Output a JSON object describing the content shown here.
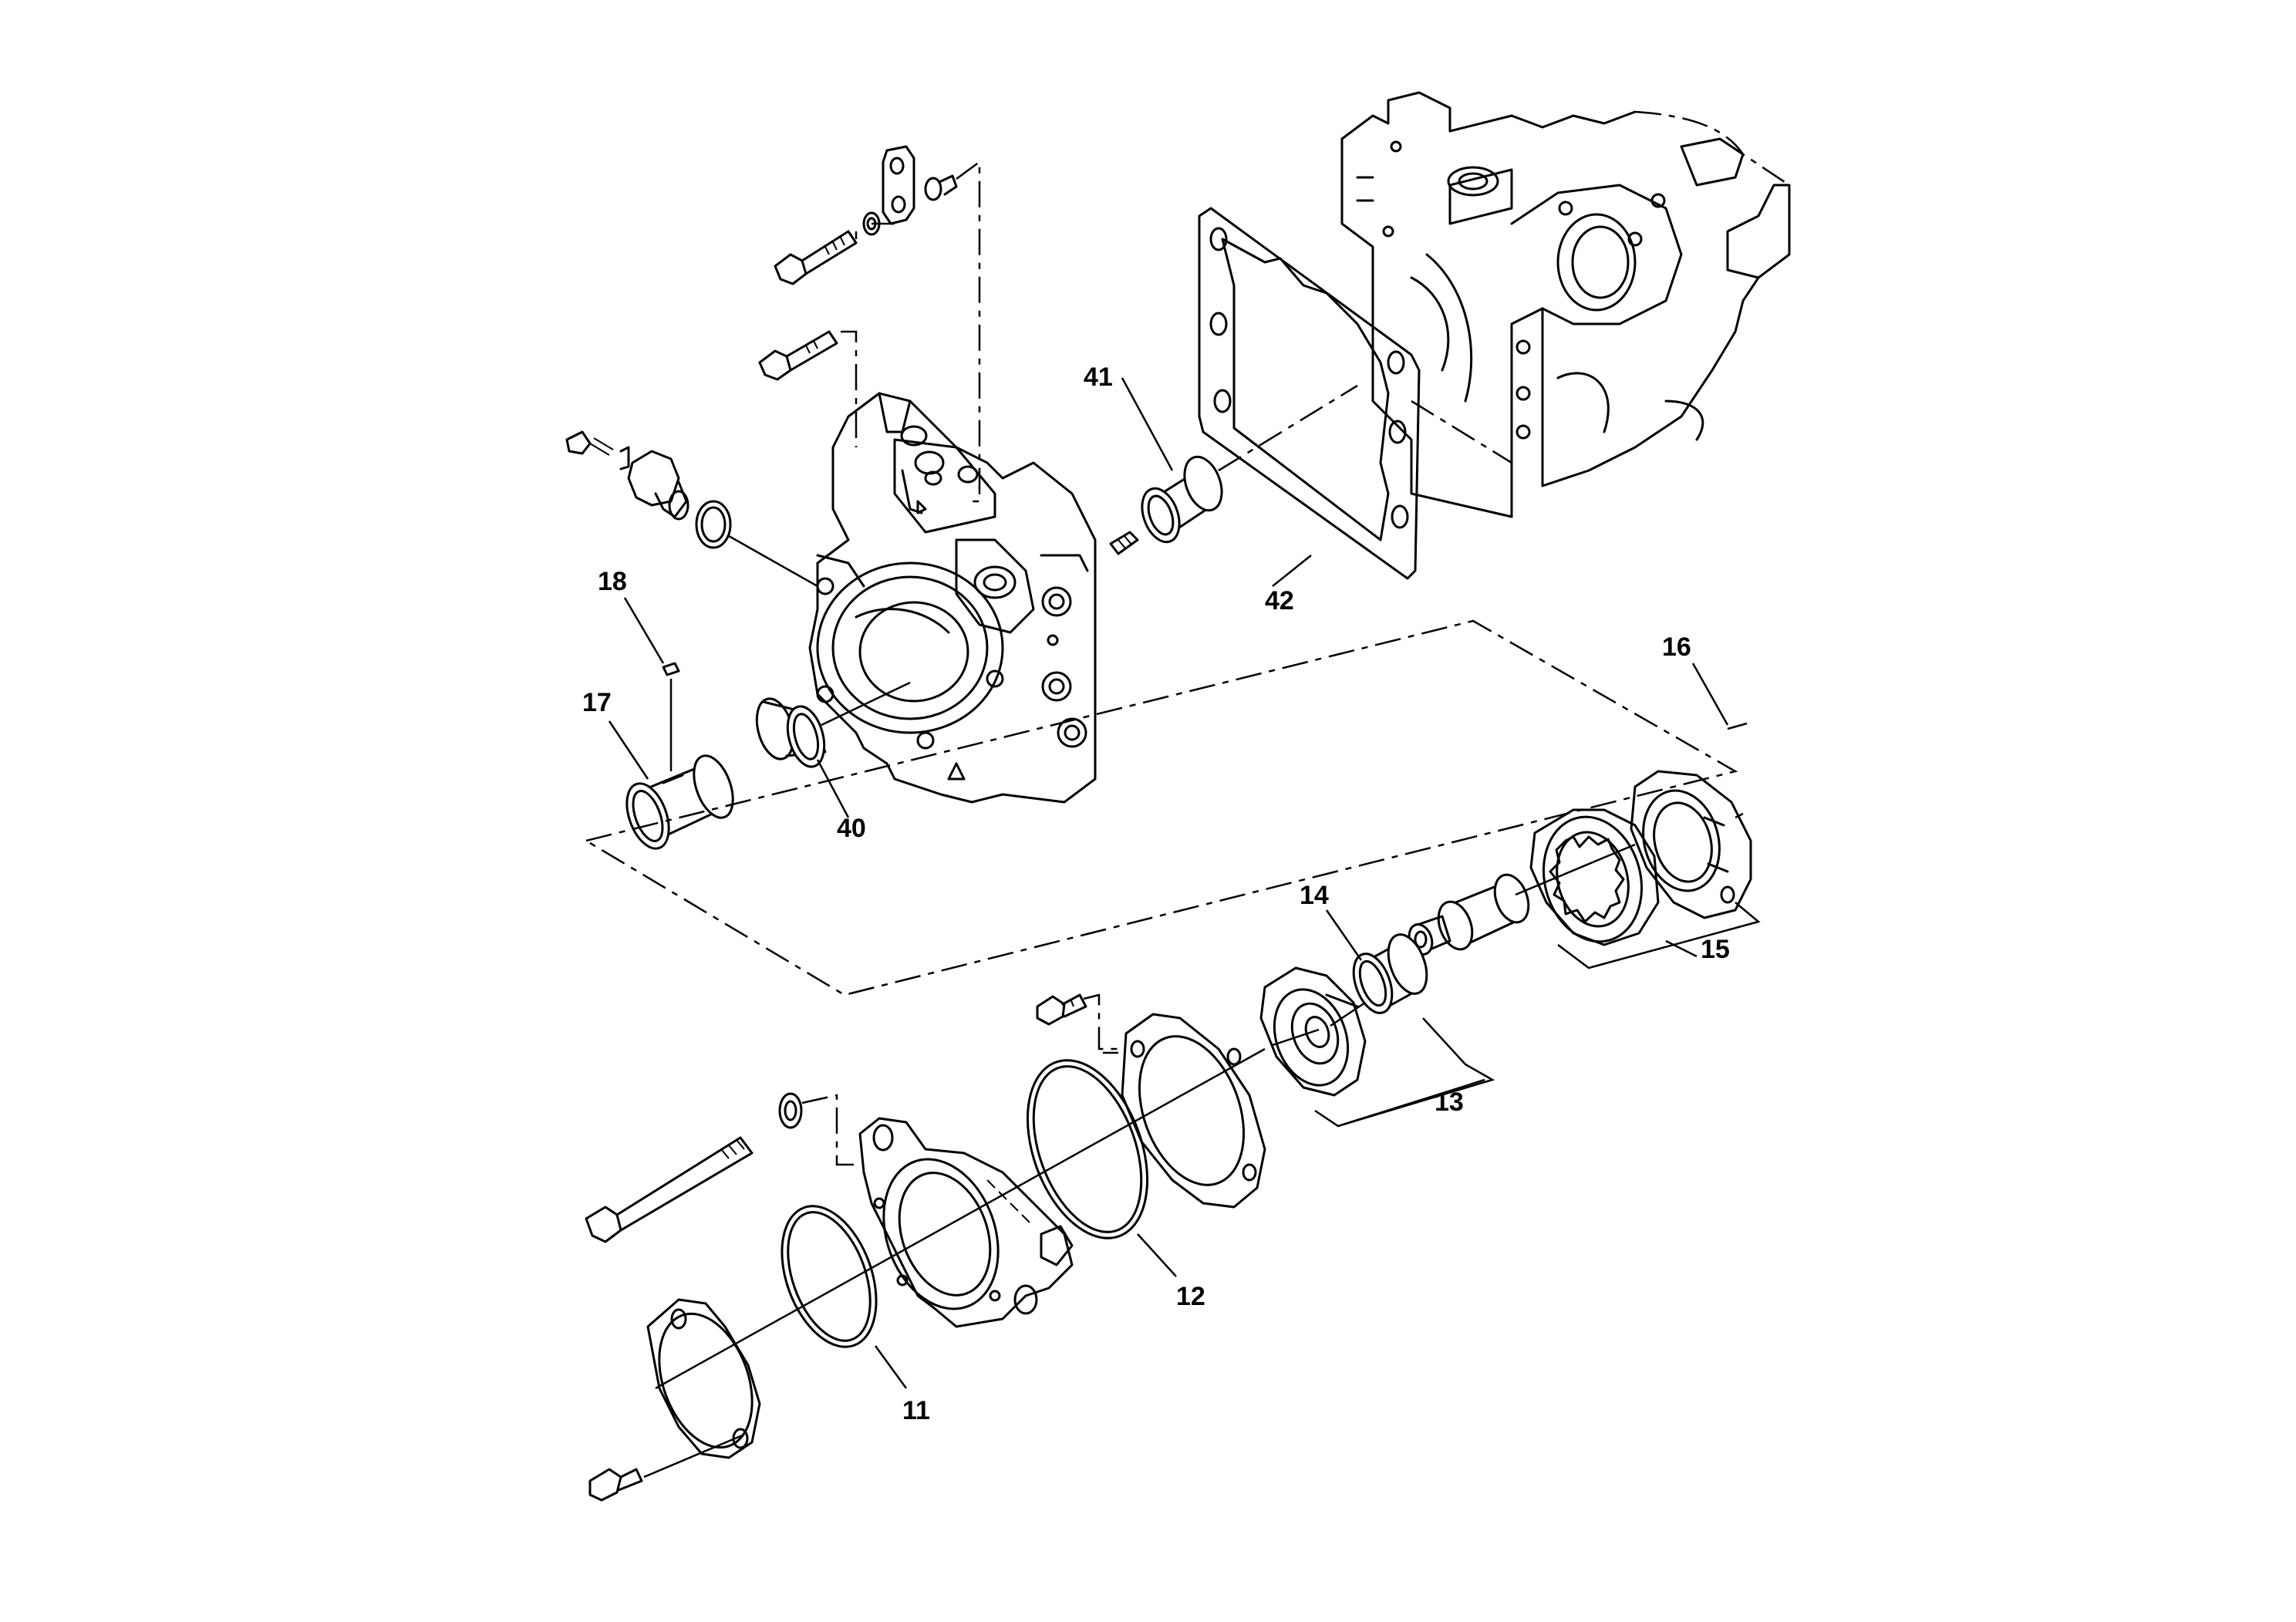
{
  "callouts": {
    "c11": "11",
    "c12": "12",
    "c13": "13",
    "c14": "14",
    "c15": "15",
    "c16": "16",
    "c17": "17",
    "c18": "18",
    "c40": "40",
    "c41": "41",
    "c42": "42"
  }
}
